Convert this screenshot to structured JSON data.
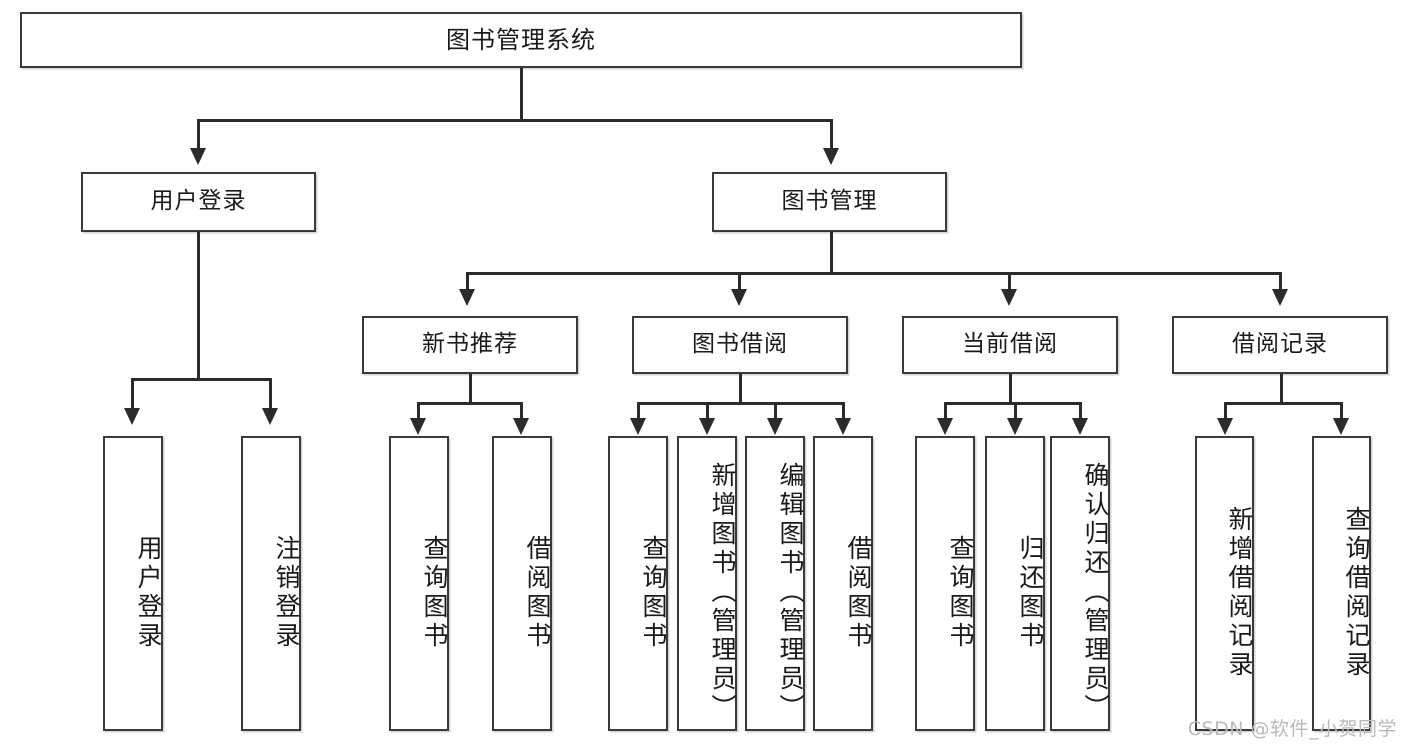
{
  "diagram": {
    "title": "图书管理系统",
    "type": "function-tree",
    "watermark": "CSDN @软件_小贺同学",
    "colors": {
      "box_border": "#3a3a3a",
      "connector": "#2b2b2b",
      "background": "#ffffff",
      "text": "#1a1a1a",
      "watermark": "#b9b9b9"
    }
  },
  "nodes": {
    "root": {
      "label": "图书管理系统"
    },
    "level2": [
      {
        "id": "user-login",
        "label": "用户登录"
      },
      {
        "id": "book-manage",
        "label": "图书管理"
      }
    ],
    "level3": [
      {
        "id": "new-book-recommend",
        "label": "新书推荐"
      },
      {
        "id": "book-borrow",
        "label": "图书借阅"
      },
      {
        "id": "current-borrow",
        "label": "当前借阅"
      },
      {
        "id": "borrow-record",
        "label": "借阅记录"
      }
    ],
    "leaves": {
      "user-login": [
        {
          "id": "leaf-user-login",
          "label": "用户登录"
        },
        {
          "id": "leaf-logout-login",
          "label": "注销登录"
        }
      ],
      "new-book-recommend": [
        {
          "id": "leaf-query-book-1",
          "label": "查询图书"
        },
        {
          "id": "leaf-borrow-book-1",
          "label": "借阅图书"
        }
      ],
      "book-borrow": [
        {
          "id": "leaf-query-book-2",
          "label": "查询图书"
        },
        {
          "id": "leaf-add-book",
          "label": "新增图书（管理员）"
        },
        {
          "id": "leaf-edit-book",
          "label": "编辑图书（管理员）"
        },
        {
          "id": "leaf-borrow-book-2",
          "label": "借阅图书"
        }
      ],
      "current-borrow": [
        {
          "id": "leaf-query-book-3",
          "label": "查询图书"
        },
        {
          "id": "leaf-return-book",
          "label": "归还图书"
        },
        {
          "id": "leaf-confirm-return",
          "label": "确认归还（管理员）"
        }
      ],
      "borrow-record": [
        {
          "id": "leaf-add-record",
          "label": "新增借阅记录"
        },
        {
          "id": "leaf-query-record",
          "label": "查询借阅记录"
        }
      ]
    }
  }
}
